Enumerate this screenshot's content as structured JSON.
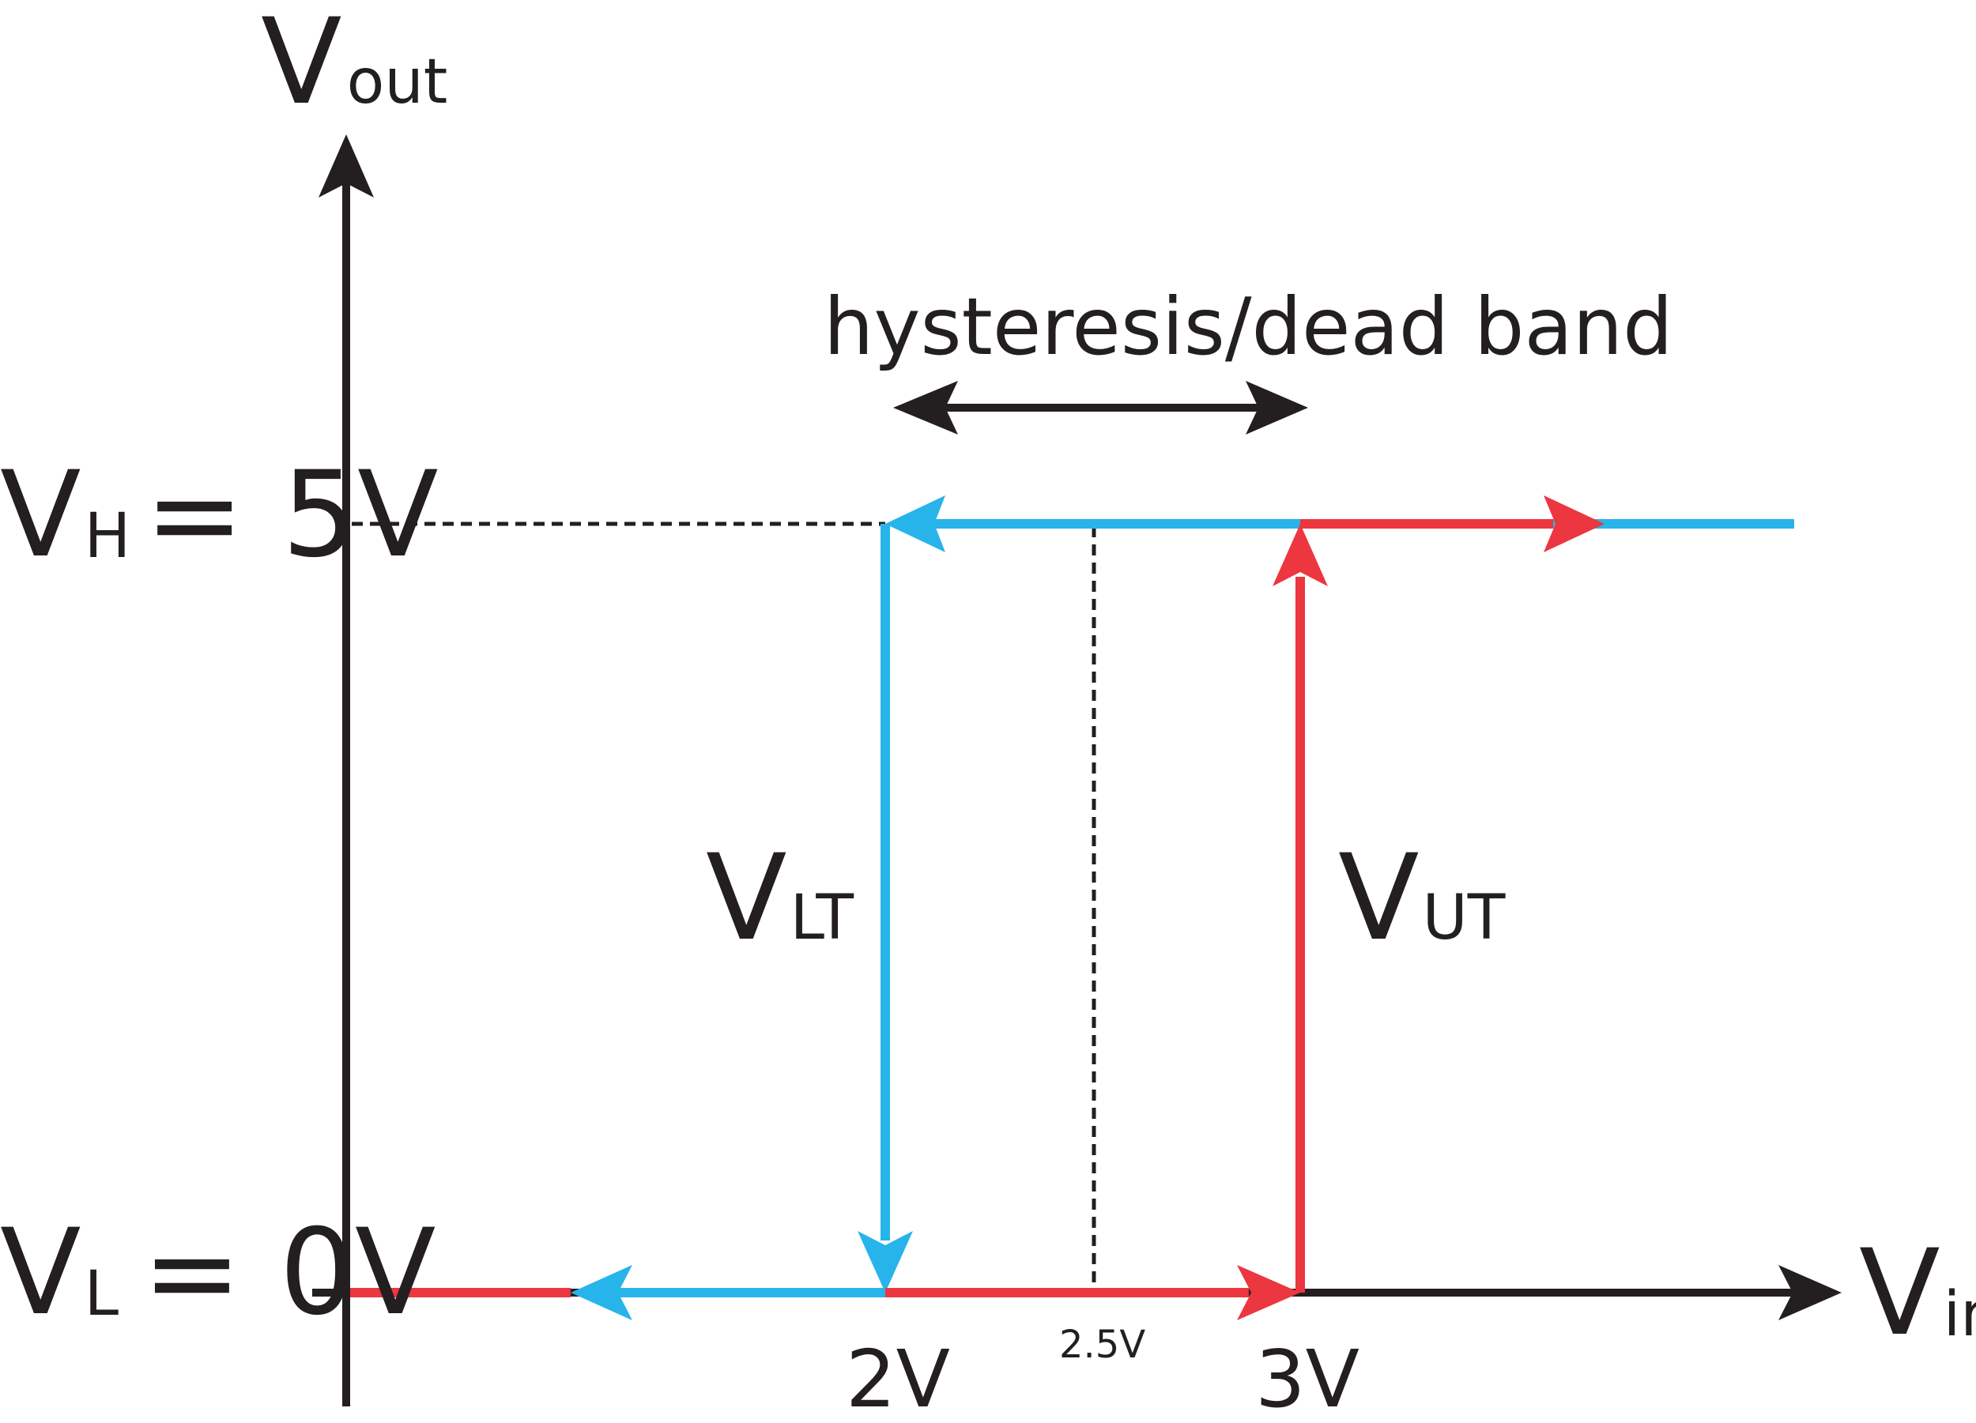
{
  "colors": {
    "axis": "#231f20",
    "falling_path": "#27b4ea",
    "rising_path": "#ec3640",
    "text": "#231f20"
  },
  "labels": {
    "y_axis": {
      "main": "V",
      "sub": "out"
    },
    "x_axis": {
      "main": "V",
      "sub": "in"
    },
    "v_high": {
      "main": "V",
      "sub": "H",
      "rest": "= 5V"
    },
    "v_low": {
      "main": "V",
      "sub": "L",
      "rest": "= 0V"
    },
    "v_lower_threshold": {
      "main": "V",
      "sub": "LT"
    },
    "v_upper_threshold": {
      "main": "V",
      "sub": "UT"
    },
    "hysteresis": "hysteresis/dead band",
    "tick_2v": "2V",
    "tick_2_5v": "2.5V",
    "tick_3v": "3V"
  },
  "diagram": {
    "type": "hysteresis transfer characteristic",
    "v_high": 5,
    "v_low": 0,
    "lower_threshold": 2,
    "upper_threshold": 3,
    "center": 2.5
  }
}
